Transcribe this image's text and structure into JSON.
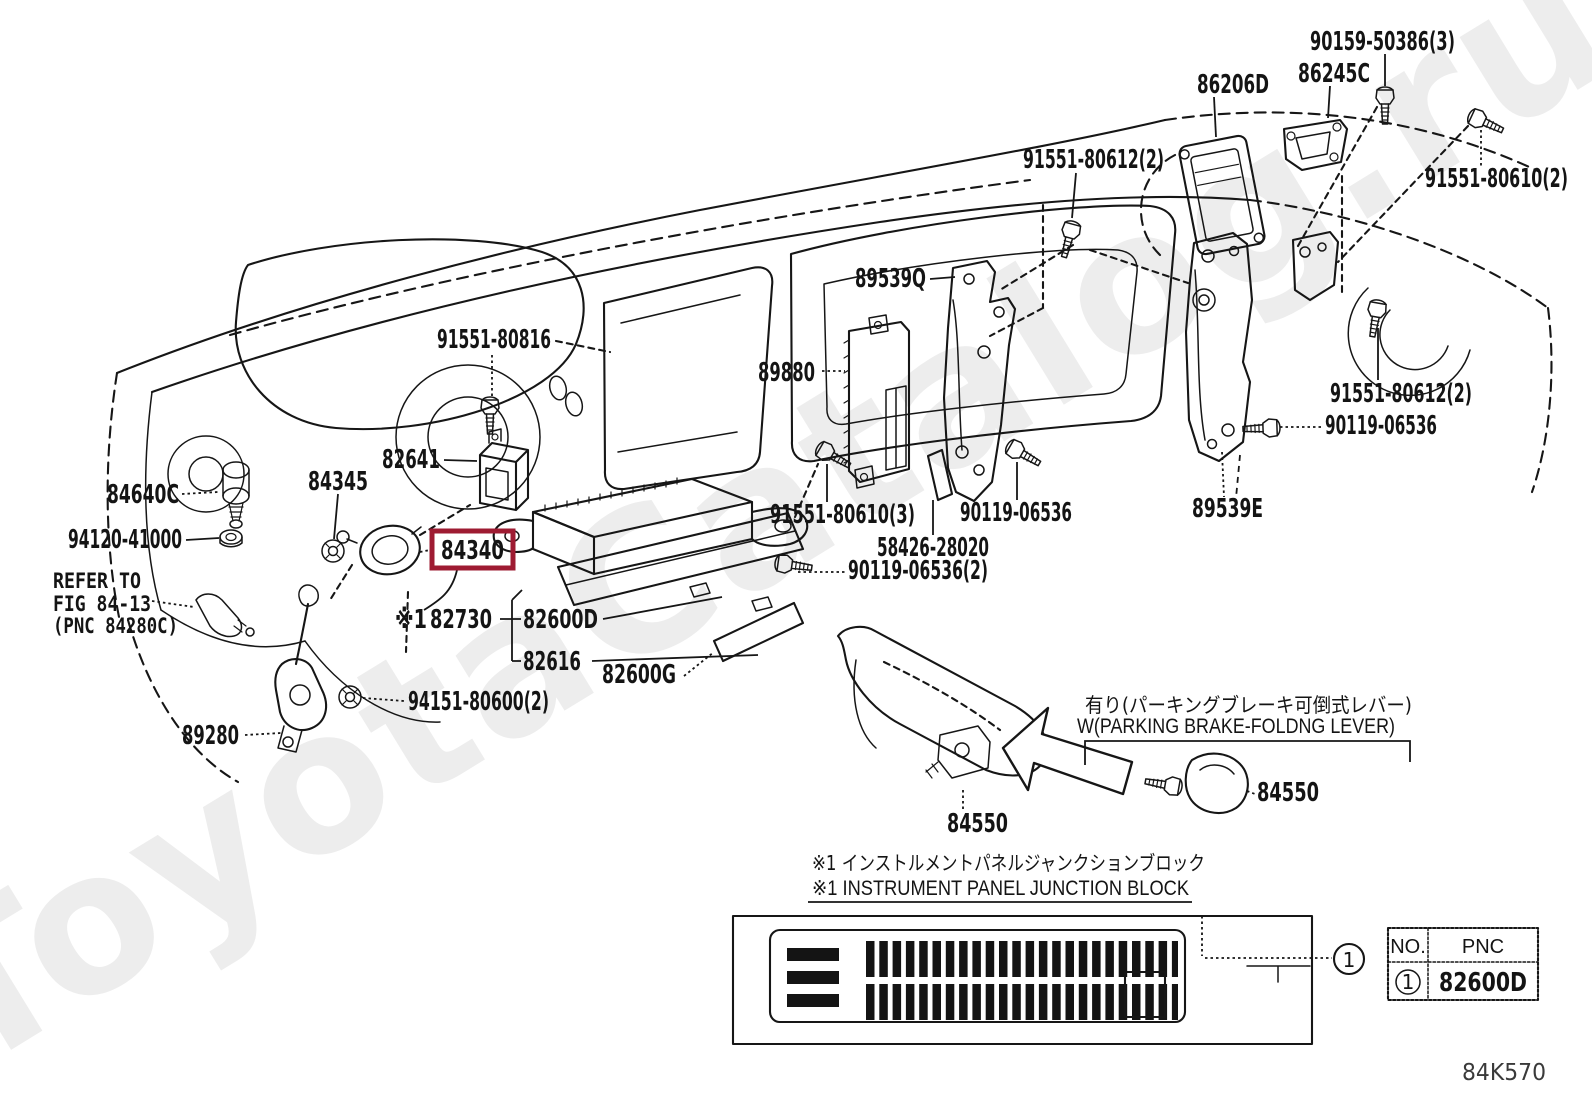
{
  "diagram": {
    "watermark": "ToyotaCatalog.ru",
    "figure_code": "84K570",
    "highlight_color": "#9e1b32",
    "line_color": "#161616",
    "highlighted_part": "84340"
  },
  "labels": {
    "l90159_50386": "90159-50386(3)",
    "l86245c": "86245C",
    "l86206d": "86206D",
    "l91551_80610_2": "91551-80610(2)",
    "l91551_80612_2_top": "91551-80612(2)",
    "l89539q": "89539Q",
    "l89880": "89880",
    "l91551_80816": "91551-80816",
    "l82641": "82641",
    "l84345": "84345",
    "l84640c": "84640C",
    "l94120_41000": "94120-41000",
    "l84340": "84340",
    "lasterisk": "※1",
    "l82730": "82730",
    "l82600d": "82600D",
    "l82616": "82616",
    "l82600g": "82600G",
    "l94151_80600": "94151-80600(2)",
    "l89280": "89280",
    "l91551_80610_3": "91551-80610(3)",
    "l90119_06536_mid": "90119-06536",
    "l58426_28020": "58426-28020",
    "l90119_06536_2": "90119-06536(2)",
    "l89539e": "89539E",
    "l90119_06536_right": "90119-06536",
    "l91551_80612_2_right": "91551-80612(2)",
    "l84550_lever": "84550",
    "l84550_right": "84550"
  },
  "notes": {
    "refer_line1": "REFER TO",
    "refer_line2": "FIG 84-13",
    "refer_line3": "(PNC 84280C)",
    "parking_jp": "有り(パーキングブレーキ可倒式レバー)",
    "parking_en": "W(PARKING BRAKE-FOLDNG LEVER)",
    "junction_jp": "※1 インストルメントパネルジャンクションブロック",
    "junction_en": "※1 INSTRUMENT PANEL JUNCTION BLOCK"
  },
  "callouts": {
    "one": "1"
  },
  "table": {
    "col_no": "NO.",
    "col_pnc": "PNC",
    "row_no": "1",
    "row_pnc": "82600D"
  }
}
